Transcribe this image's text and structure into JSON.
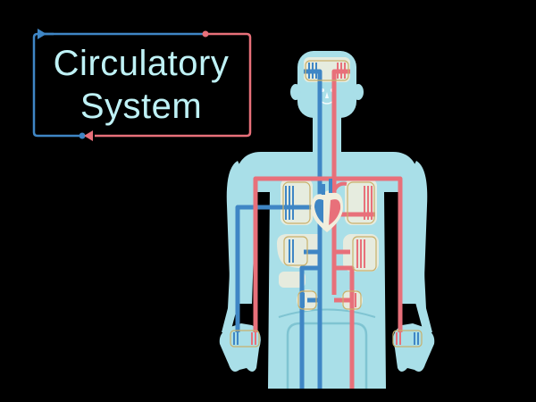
{
  "title": {
    "line1": "Circulatory",
    "line2": "System"
  },
  "colors": {
    "background": "#000000",
    "body": "#a9dfe8",
    "artery": "#e8707a",
    "vein": "#3f86c5",
    "organ_fill": "#f1eedd",
    "title_text": "#bff2f6",
    "frame_blue": "#3f86c5",
    "frame_red": "#e8707a"
  },
  "parts": [
    "head-capillaries",
    "heart",
    "left-lung",
    "right-lung",
    "liver",
    "stomach",
    "kidneys",
    "left-hand",
    "right-hand",
    "legs"
  ]
}
